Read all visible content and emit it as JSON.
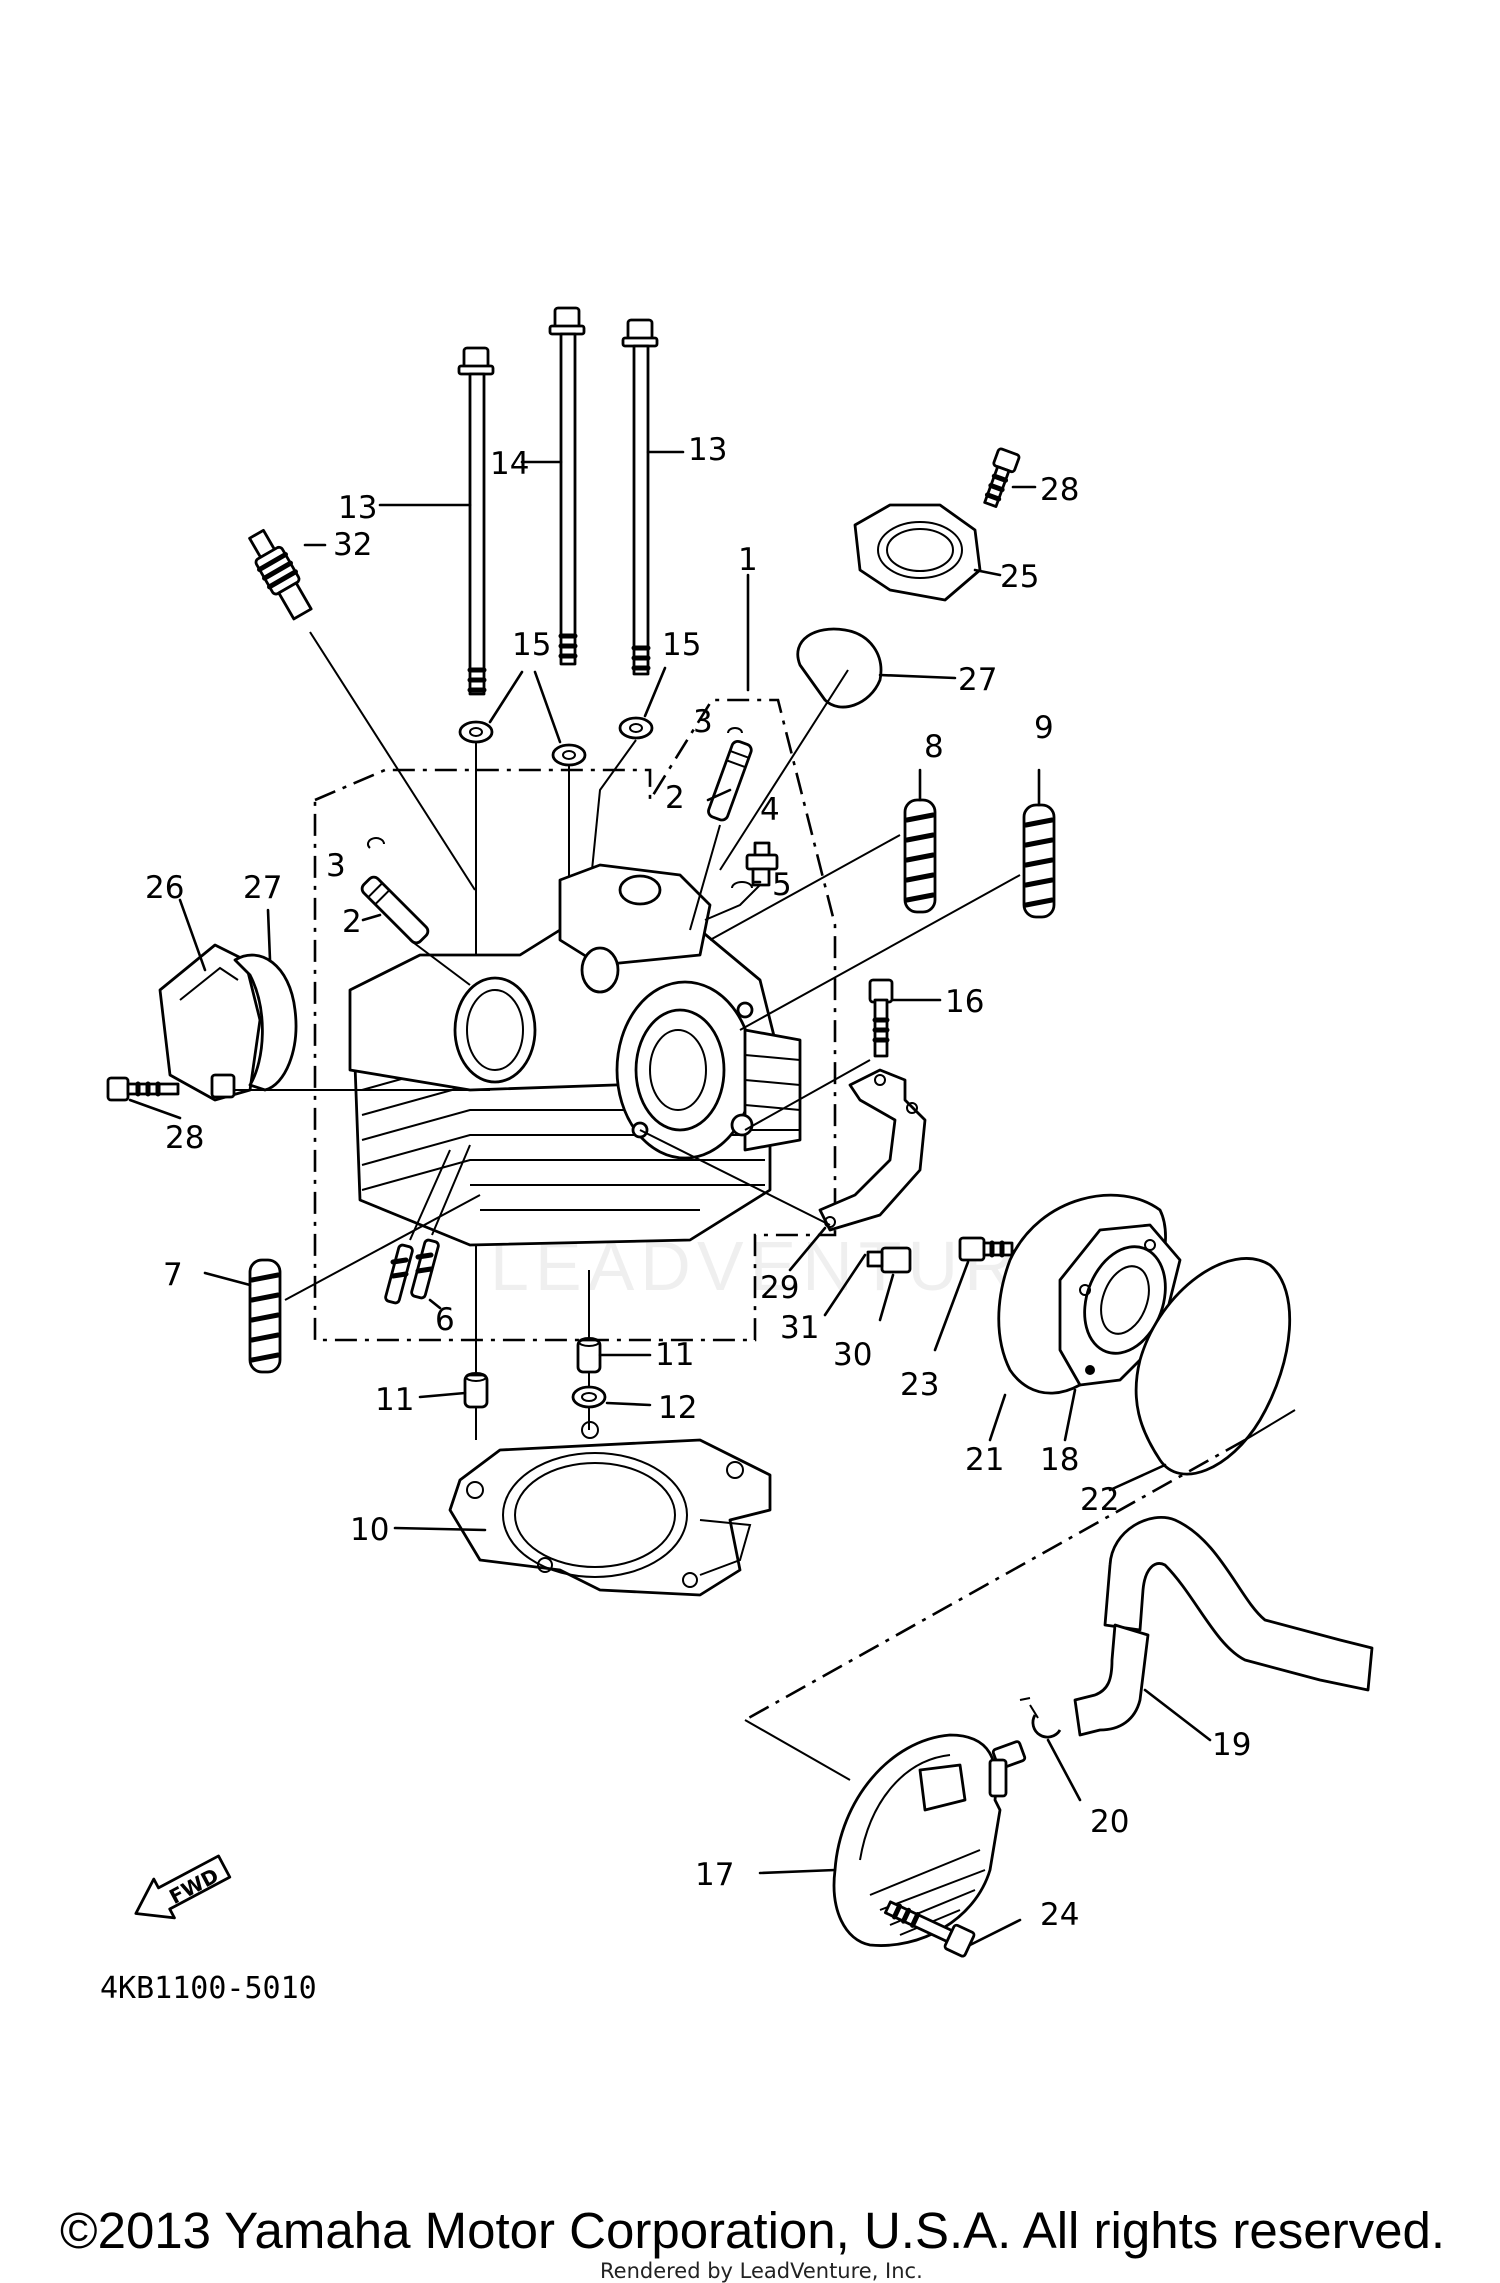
{
  "diagram": {
    "part_code": "4KB1100-5010",
    "fwd_arrow_text": "FWD",
    "watermark_text": "LEADVENTURE",
    "copyright": "©2013 Yamaha Motor Corporation, U.S.A. All rights reserved.",
    "rendered_by": "Rendered by LeadVenture, Inc.",
    "callouts": {
      "c1": "1",
      "c2a": "2",
      "c2b": "2",
      "c3a": "3",
      "c3b": "3",
      "c4": "4",
      "c5": "5",
      "c6": "6",
      "c7": "7",
      "c8": "8",
      "c9": "9",
      "c10": "10",
      "c11a": "11",
      "c11b": "11",
      "c12": "12",
      "c13a": "13",
      "c13b": "13",
      "c14": "14",
      "c15a": "15",
      "c15b": "15",
      "c16": "16",
      "c17": "17",
      "c18": "18",
      "c19": "19",
      "c20": "20",
      "c21": "21",
      "c22": "22",
      "c23": "23",
      "c24": "24",
      "c25": "25",
      "c26": "26",
      "c27a": "27",
      "c27b": "27",
      "c28a": "28",
      "c28b": "28",
      "c29": "29",
      "c30": "30",
      "c31": "31",
      "c32": "32"
    }
  }
}
